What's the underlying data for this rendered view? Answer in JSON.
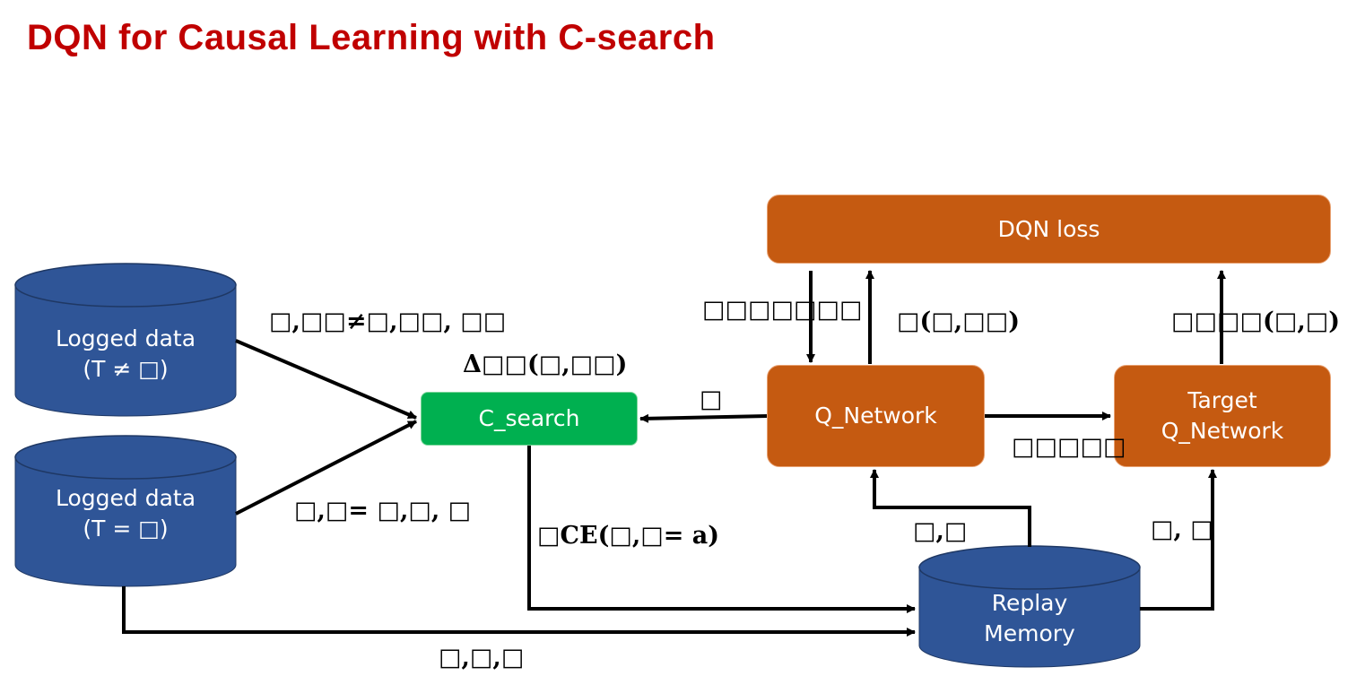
{
  "title": "DQN for Causal Learning with C-search",
  "colors": {
    "title": "#c00000",
    "orange_box": "#c55a11",
    "green_box": "#00b050",
    "cylinder": "#2f5597",
    "arrow": "#000000"
  },
  "nodes": {
    "dqn_loss": "DQN loss",
    "q_network": "Q_Network",
    "target_q_network": "Target\nQ_Network",
    "c_search": "C_search",
    "logged_data_1": "Logged data\n(T ≠ □)",
    "logged_data_2": "Logged data\n(T = □)",
    "replay_memory": "Replay\nMemory"
  },
  "edge_labels": {
    "logged1_to_csearch": "□,□□≠□,□□, □□",
    "logged2_to_csearch": "□,□= □,□, □",
    "csearch_delta": "Δ□□(□,□□)",
    "qnet_to_csearch": "□",
    "gradient_in": "□□□□□□□",
    "q_value": "□(□,□□)",
    "target_value": "□□□□(□,□)",
    "sync_weights": "□□□□□",
    "csearch_to_replay": "□CE(□,□= a)",
    "replay_to_qnet": "□,□",
    "replay_to_target": "□, □",
    "logged2_to_replay": "□,□,□"
  }
}
